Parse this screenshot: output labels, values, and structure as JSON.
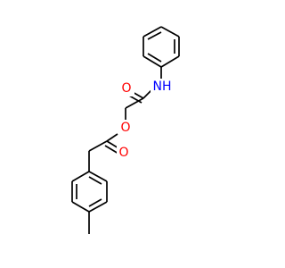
{
  "molecule": {
    "atom_labels": {
      "ester_oxygen": "O",
      "carbonyl_oxygen_ester": "O",
      "carbonyl_oxygen_amide": "O",
      "amide_nh": "NH"
    },
    "colors": {
      "oxygen": "#ff0000",
      "nitrogen": "#0000ff",
      "bond": "#000000"
    }
  }
}
